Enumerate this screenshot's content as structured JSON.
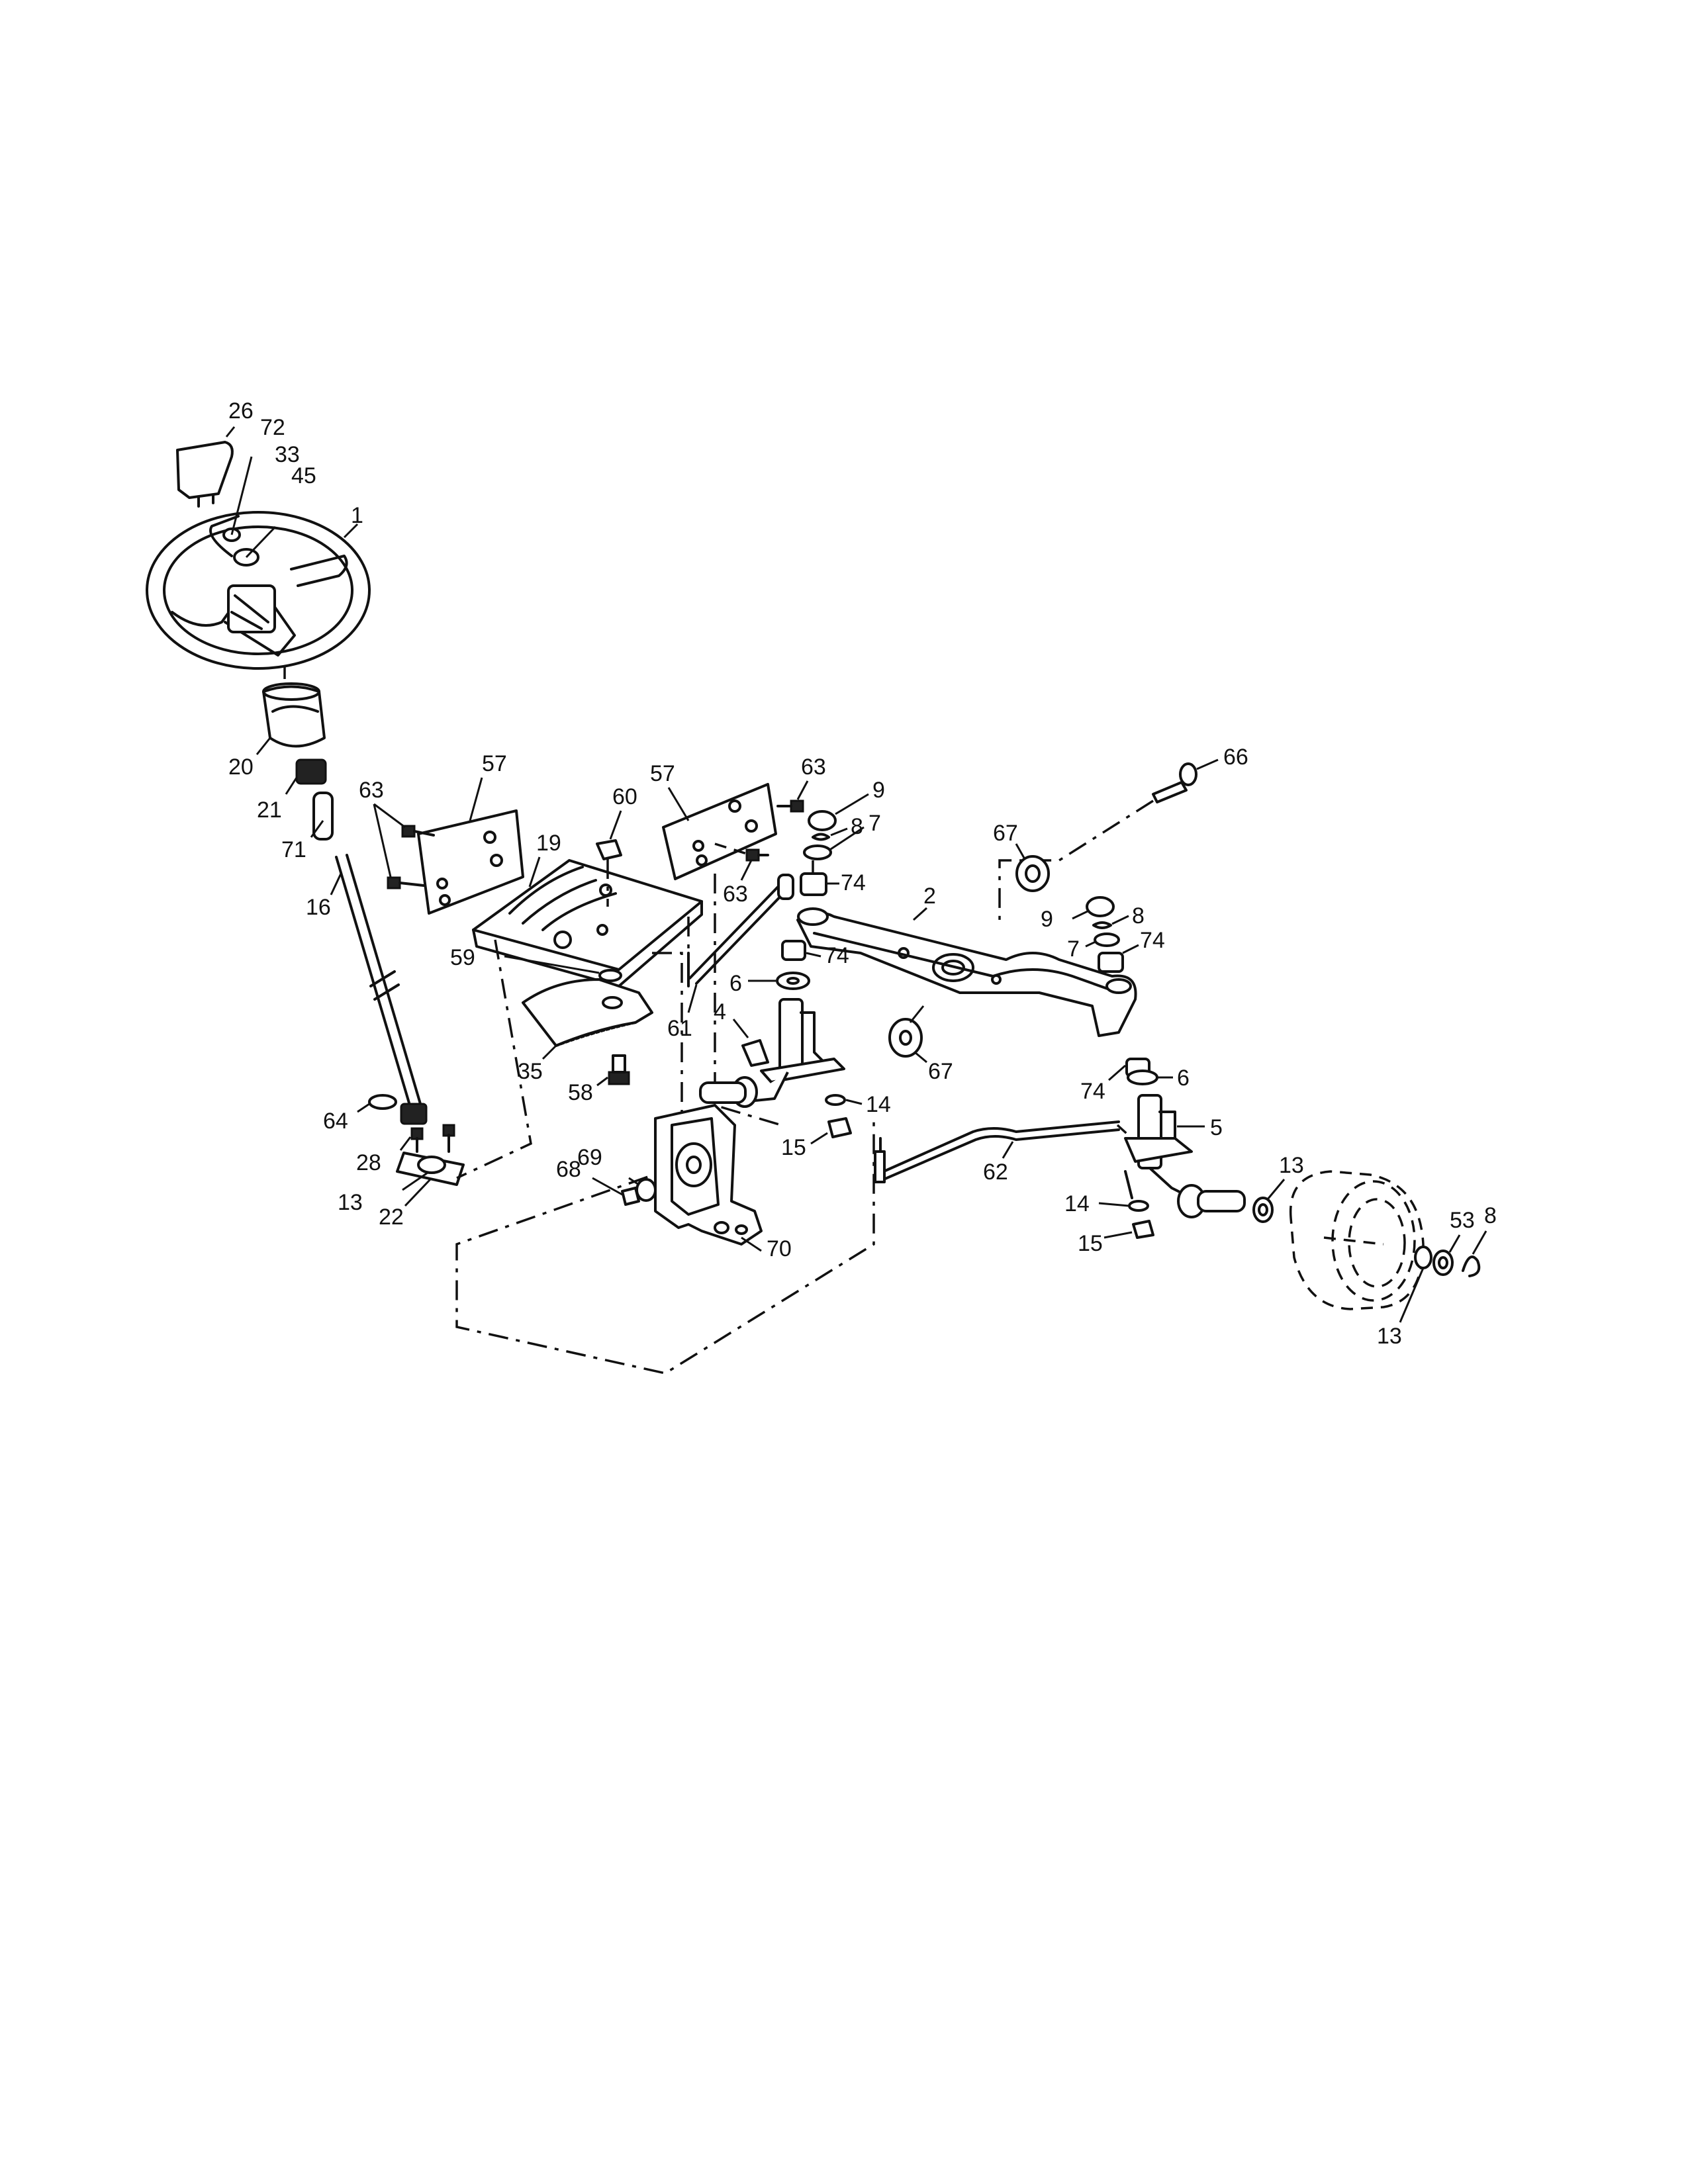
{
  "callouts": [
    {
      "id": "c26a",
      "text": "26"
    },
    {
      "id": "c72",
      "text": "72"
    },
    {
      "id": "c33",
      "text": "33"
    },
    {
      "id": "c45",
      "text": "45"
    },
    {
      "id": "c1",
      "text": "1"
    },
    {
      "id": "c20",
      "text": "20"
    },
    {
      "id": "c21",
      "text": "21"
    },
    {
      "id": "c71",
      "text": "71"
    },
    {
      "id": "c16",
      "text": "16"
    },
    {
      "id": "c64",
      "text": "64"
    },
    {
      "id": "c28",
      "text": "28"
    },
    {
      "id": "c13a",
      "text": "13"
    },
    {
      "id": "c22",
      "text": "22"
    },
    {
      "id": "c63a",
      "text": "63"
    },
    {
      "id": "c57a",
      "text": "57"
    },
    {
      "id": "c19",
      "text": "19"
    },
    {
      "id": "c60",
      "text": "60"
    },
    {
      "id": "c57b",
      "text": "57"
    },
    {
      "id": "c63b",
      "text": "63"
    },
    {
      "id": "c63c",
      "text": "63"
    },
    {
      "id": "c9a",
      "text": "9"
    },
    {
      "id": "c8a",
      "text": "8"
    },
    {
      "id": "c7a",
      "text": "7"
    },
    {
      "id": "c74a",
      "text": "74"
    },
    {
      "id": "c66",
      "text": "66"
    },
    {
      "id": "c67a",
      "text": "67"
    },
    {
      "id": "c2",
      "text": "2"
    },
    {
      "id": "c9b",
      "text": "9"
    },
    {
      "id": "c8b",
      "text": "8"
    },
    {
      "id": "c7b",
      "text": "7"
    },
    {
      "id": "c74b",
      "text": "74"
    },
    {
      "id": "c59",
      "text": "59"
    },
    {
      "id": "c35",
      "text": "35"
    },
    {
      "id": "c58",
      "text": "58"
    },
    {
      "id": "c61",
      "text": "61"
    },
    {
      "id": "c6a",
      "text": "6"
    },
    {
      "id": "c74c",
      "text": "74"
    },
    {
      "id": "c4",
      "text": "4"
    },
    {
      "id": "c67b",
      "text": "67"
    },
    {
      "id": "c74d",
      "text": "74"
    },
    {
      "id": "c6b",
      "text": "6"
    },
    {
      "id": "c5",
      "text": "5"
    },
    {
      "id": "c14a",
      "text": "14"
    },
    {
      "id": "c15a",
      "text": "15"
    },
    {
      "id": "c62",
      "text": "62"
    },
    {
      "id": "c69",
      "text": "69"
    },
    {
      "id": "c68",
      "text": "68"
    },
    {
      "id": "c70",
      "text": "70"
    },
    {
      "id": "c14b",
      "text": "14"
    },
    {
      "id": "c15b",
      "text": "15"
    },
    {
      "id": "c13b",
      "text": "13"
    },
    {
      "id": "c53",
      "text": "53"
    },
    {
      "id": "c8c",
      "text": "8"
    },
    {
      "id": "c13c",
      "text": "13"
    }
  ]
}
